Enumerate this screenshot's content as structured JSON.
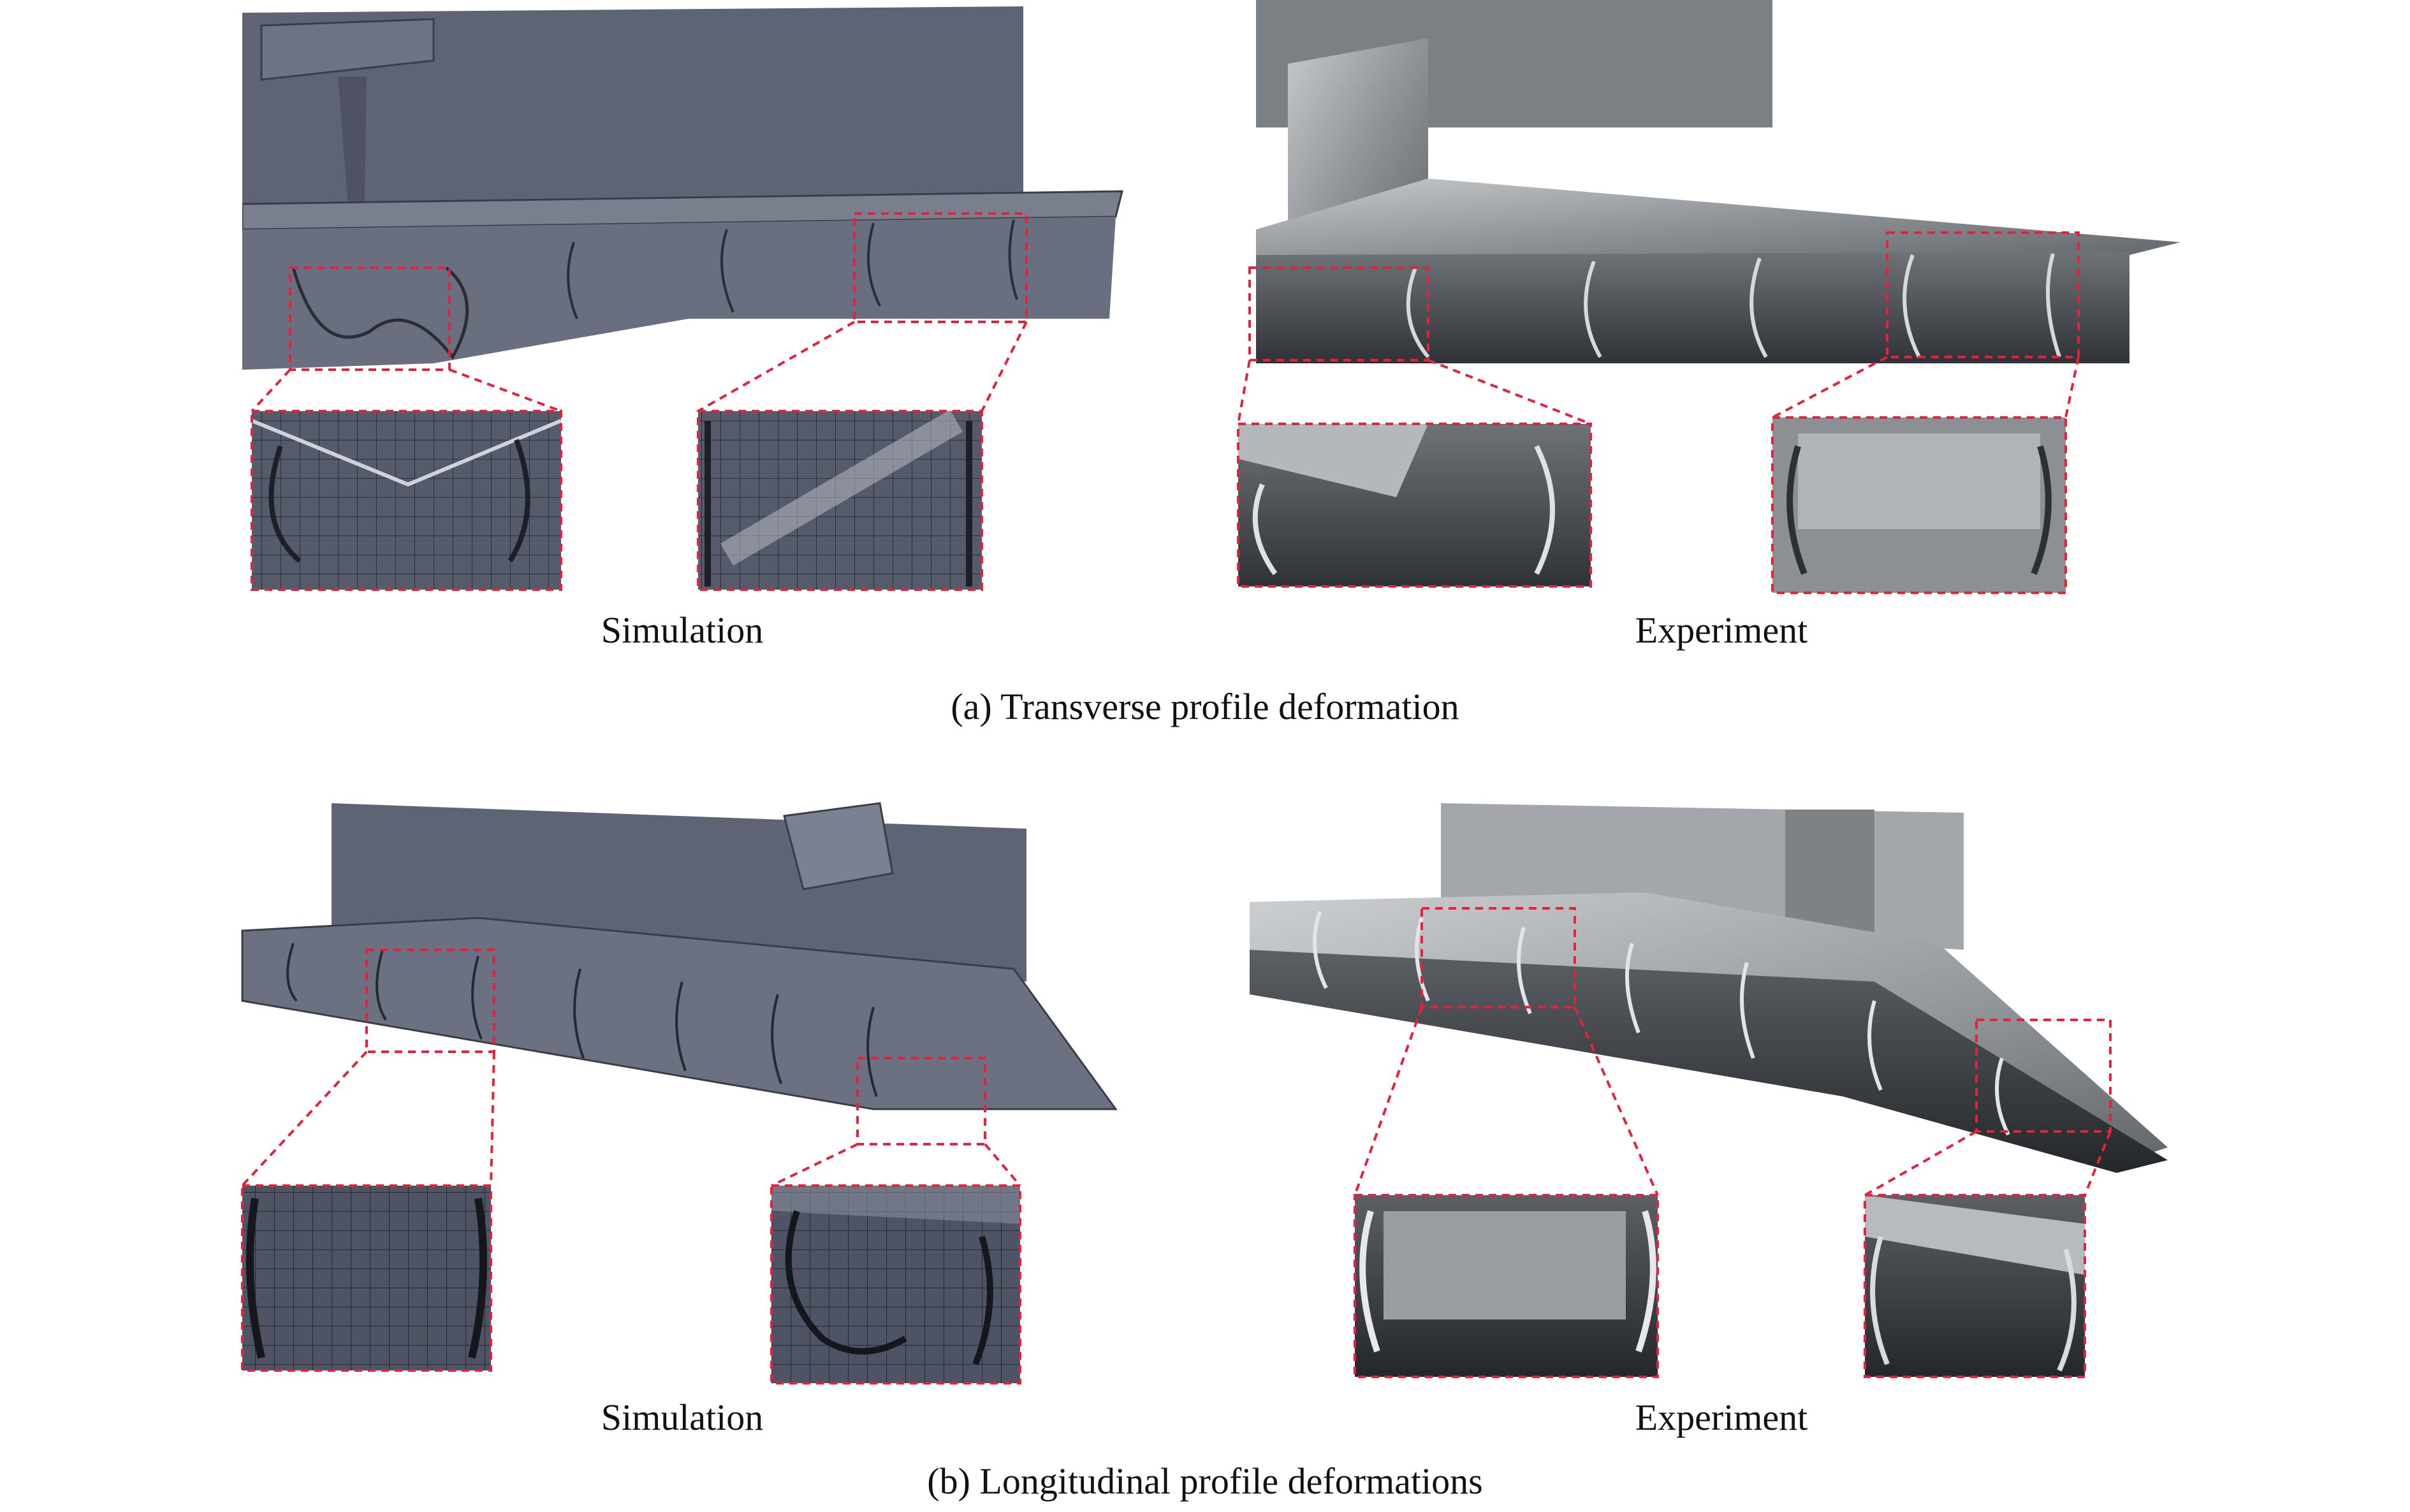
{
  "figure": {
    "panels": [
      {
        "id": "a",
        "left_label": "Simulation",
        "right_label": "Experiment",
        "caption": "(a) Transverse profile deformation"
      },
      {
        "id": "b",
        "left_label": "Simulation",
        "right_label": "Experiment",
        "caption": "(b) Longitudinal profile deformations"
      }
    ]
  },
  "colors": {
    "highlight": "#e8213a",
    "mesh": "#5d6273",
    "mesh_dark": "#3e4250",
    "steel": "#9a9ea2"
  }
}
